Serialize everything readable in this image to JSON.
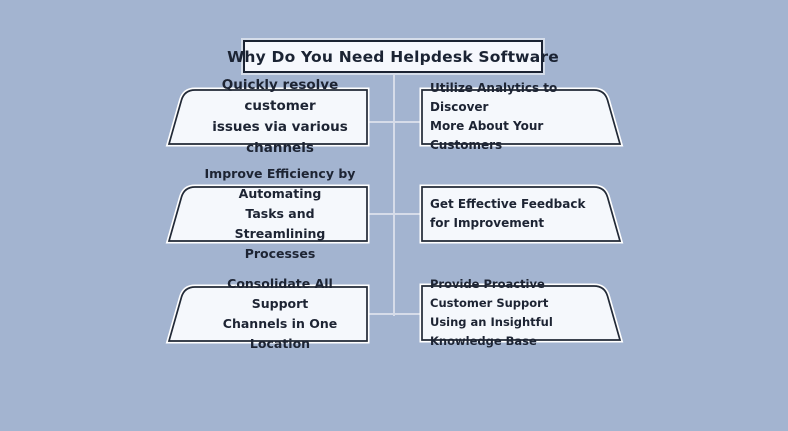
{
  "title": {
    "text": "Why Do You Need Helpdesk Software"
  },
  "colors": {
    "background": "#a3b4d0",
    "box_fill": "#f5f8fc",
    "box_border": "#212936",
    "text": "#1d2433",
    "connector": "#d6dce9",
    "halo": "#ffffff"
  },
  "nodes": [
    {
      "id": "left-1",
      "side": "left",
      "text": "Quickly resolve customer\nissues via various channels"
    },
    {
      "id": "right-1",
      "side": "right",
      "text": "Utilize Analytics to Discover\nMore About Your Customers"
    },
    {
      "id": "left-2",
      "side": "left",
      "text": "Improve Efficiency by Automating\nTasks and Streamlining Processes"
    },
    {
      "id": "right-2",
      "side": "right",
      "text": "Get Effective Feedback\nfor Improvement"
    },
    {
      "id": "left-3",
      "side": "left",
      "text": "Consolidate All Support\nChannels in One Location"
    },
    {
      "id": "right-3",
      "side": "right",
      "text": "Provide Proactive Customer Support\nUsing an Insightful Knowledge Base"
    }
  ]
}
